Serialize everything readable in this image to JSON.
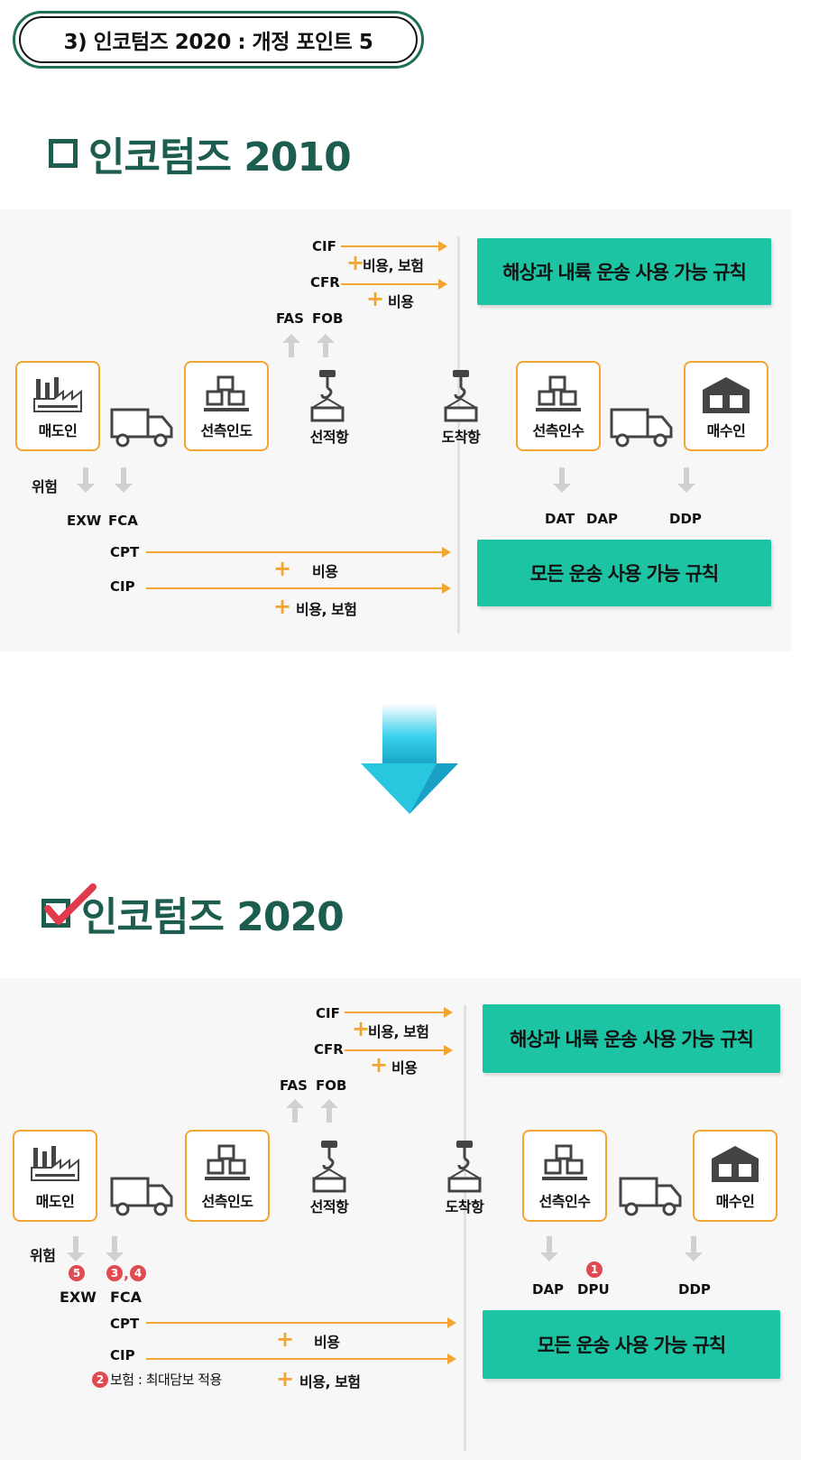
{
  "header": {
    "title": "3) 인코텀즈 2020 : 개정 포인트 5"
  },
  "top": {
    "title": "인코텀즈 2010",
    "nodes": {
      "seller": "매도인",
      "ship_side_delivery": "선측인도",
      "loading_port": "선적항",
      "arrival_port": "도착항",
      "ship_side_receipt": "선측인수",
      "buyer": "매수인"
    },
    "sea": {
      "cif": "CIF",
      "cfr": "CFR",
      "cif_note": "비용, 보험",
      "cfr_note": "비용",
      "fas": "FAS",
      "fob": "FOB",
      "box": "해상과 내륙 운송 사용 가능 규칙"
    },
    "risk": "위험",
    "left_terms": {
      "exw": "EXW",
      "fca": "FCA"
    },
    "right_terms": {
      "dat": "DAT",
      "dap": "DAP",
      "ddp": "DDP"
    },
    "all": {
      "cpt": "CPT",
      "cip": "CIP",
      "cpt_note": "비용",
      "cip_note": "비용, 보험",
      "box": "모든 운송 사용 가능 규칙"
    }
  },
  "bottom": {
    "title": "인코텀즈 2020",
    "nodes": {
      "seller": "매도인",
      "ship_side_delivery": "선측인도",
      "loading_port": "선적항",
      "arrival_port": "도착항",
      "ship_side_receipt": "선측인수",
      "buyer": "매수인"
    },
    "sea": {
      "cif": "CIF",
      "cfr": "CFR",
      "cif_note": "비용, 보험",
      "cfr_note": "비용",
      "fas": "FAS",
      "fob": "FOB",
      "box": "해상과 내륙 운송 사용 가능 규칙"
    },
    "risk": "위험",
    "badges": {
      "exw": "5",
      "fca_a": "3",
      "sep": ",",
      "fca_b": "4",
      "dpu": "1",
      "cip": "2"
    },
    "left_terms": {
      "exw": "EXW",
      "fca": "FCA"
    },
    "right_terms": {
      "dap": "DAP",
      "dpu": "DPU",
      "ddp": "DDP"
    },
    "all": {
      "cpt": "CPT",
      "cip": "CIP",
      "cpt_note": "비용",
      "cip_note": "비용, 보험",
      "cip_insurance_note": "보험 : 최대담보 적용",
      "box": "모든 운송 사용 가능 규칙"
    }
  },
  "colors": {
    "accent_orange": "#f2a531",
    "green_box": "#1cc4a4",
    "title_green": "#1d5d4f",
    "badge_red": "#e04b52",
    "down_arrow": "#29c6e0"
  },
  "icons": [
    "factory-icon",
    "truck-icon",
    "boxes-icon",
    "crane-hook-icon",
    "warehouse-icon",
    "down-arrow-icon",
    "checkmark-icon"
  ]
}
